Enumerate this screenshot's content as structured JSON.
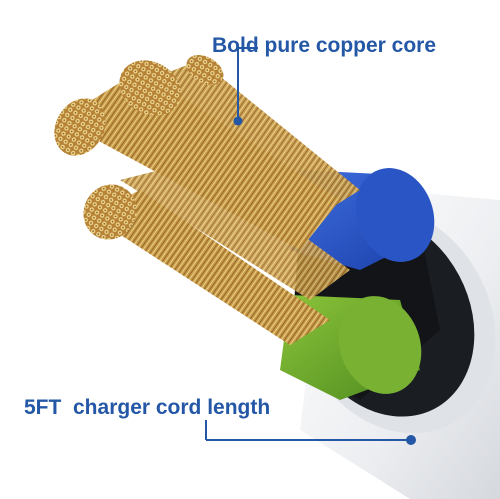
{
  "image": {
    "subject": "cable-cross-section",
    "colors": {
      "background": "#ffffff",
      "label_text": "#2457a6",
      "callout_line": "#2457a6",
      "copper": "#c9a24f",
      "blue_insulation": "#1f4fc9",
      "green_insulation": "#6fae2b",
      "white_jacket": "#f2f3f5"
    }
  },
  "annotations": {
    "top_label": "Bold pure copper core",
    "bottom_label": "5FT  charger cord length"
  }
}
